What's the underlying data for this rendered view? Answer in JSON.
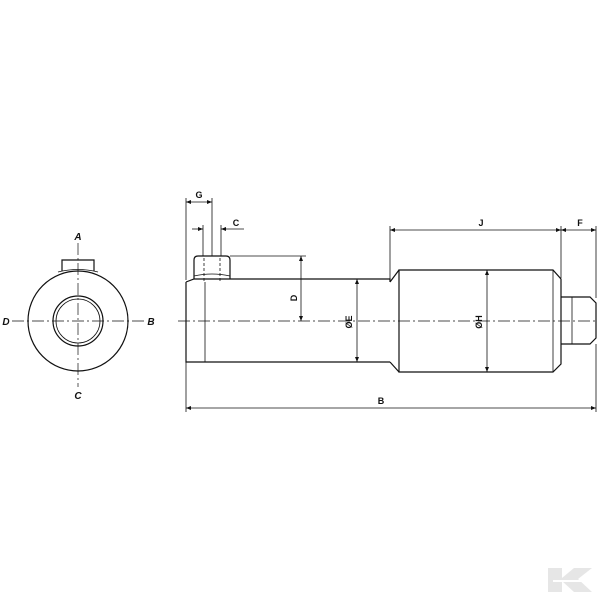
{
  "end_view": {
    "label_top": "A",
    "label_right": "B",
    "label_bottom": "C",
    "label_left": "D"
  },
  "dimensions": {
    "G": "G",
    "C": "C",
    "J": "J",
    "F": "F",
    "D": "D",
    "E": "ØE",
    "H": "ØH",
    "B": "B"
  },
  "logo_icon": "kramp-k-logo"
}
